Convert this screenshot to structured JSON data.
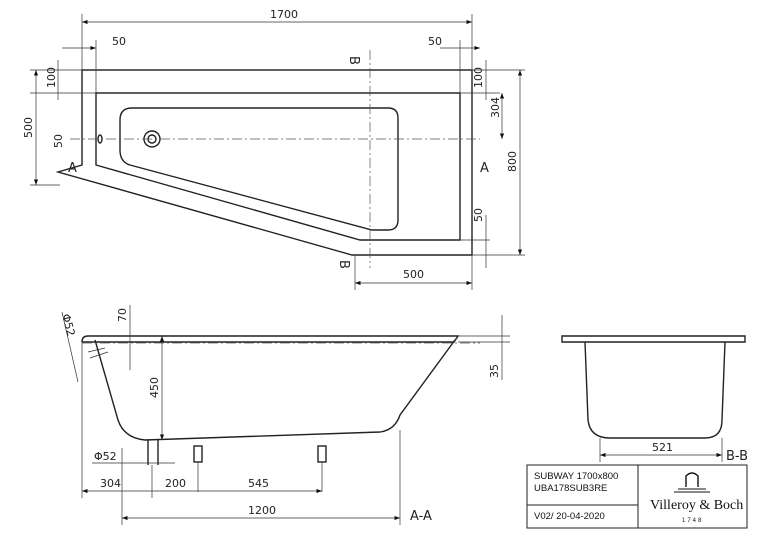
{
  "top_view": {
    "dims": {
      "length": "1700",
      "rim_left": "50",
      "rim_right": "50",
      "rim_top_left": "100",
      "rim_top_right": "100",
      "width_left": "500",
      "angle_offset": "50",
      "inner_depth": "304",
      "width": "800",
      "rim_bottom": "50",
      "bottom_length": "500"
    },
    "section_markers": {
      "b_top": "B",
      "b_bottom": "B",
      "a_right": "A",
      "a_left": "A"
    }
  },
  "section_aa": {
    "label": "A-A",
    "dims": {
      "rim_height": "70",
      "overflow_diameter": "Φ52",
      "depth": "450",
      "drain_diameter": "Φ52",
      "offset_304": "304",
      "gap_200": "200",
      "leg_spacing": "545",
      "length_1200": "1200"
    }
  },
  "section_bb": {
    "label": "B-B",
    "dims": {
      "width": "521",
      "rim": "35"
    }
  },
  "title_block": {
    "product": "SUBWAY 1700x800",
    "code": "UBA178SUB3RE",
    "version": "V02/ 20-04-2020",
    "brand": "Villeroy & Boch",
    "brand_year": "1748"
  }
}
